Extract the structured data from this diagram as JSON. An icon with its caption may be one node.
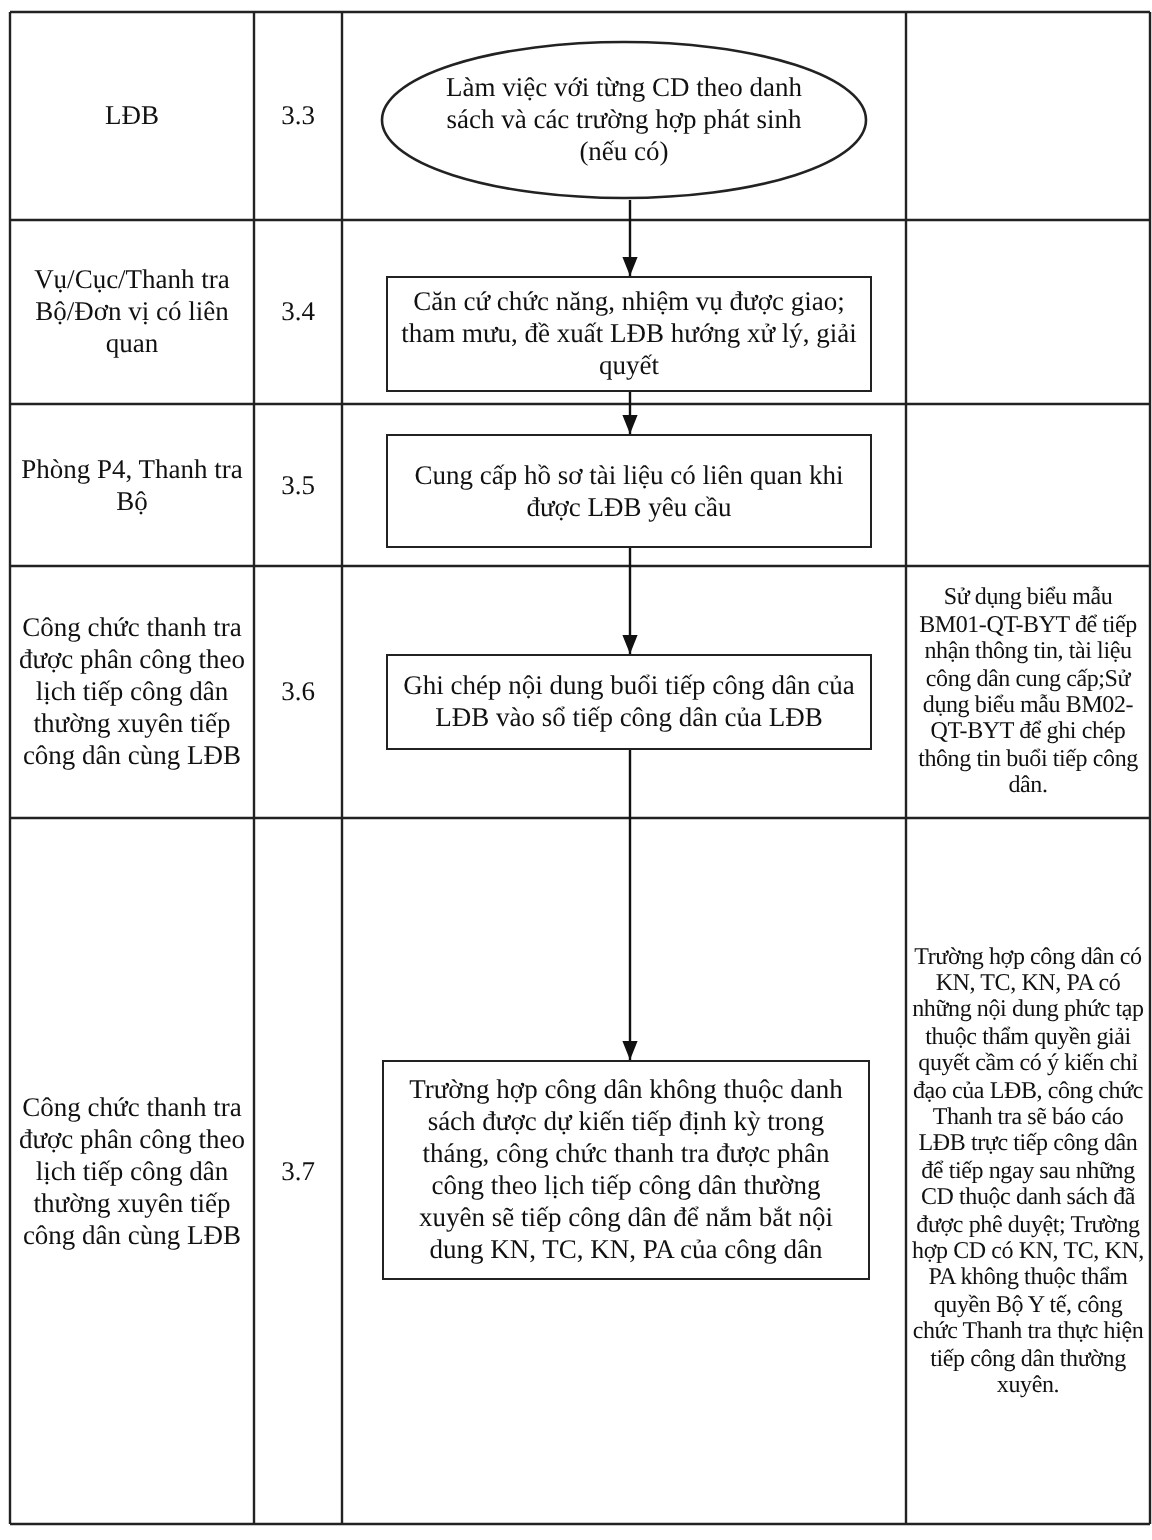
{
  "diagram": {
    "nodes": [
      {
        "text": [
          "Làm việc với từng CD theo danh sách và các trường hợp phát sinh (nếu có)"
        ]
      },
      {
        "text": [
          "Căn cứ chức năng, nhiệm vụ được giao; tham mưu, đề xuất LĐB hướng xử lý, giải quyết"
        ]
      },
      {
        "text": [
          "Cung cấp hồ sơ tài liệu có liên quan khi được LĐB yêu cầu"
        ]
      },
      {
        "text": [
          "Ghi chép nội dung buổi tiếp công dân của LĐB vào sổ tiếp công dân của LĐB"
        ]
      },
      {
        "text": [
          "Trường hợp công dân không thuộc danh sách được dự kiến tiếp định kỳ trong tháng, công chức thanh  tra được phân công theo lịch tiếp công dân thường xuyên sẽ tiếp công dân để nắm bắt nội dung KN, TC, KN, PA  của công dân"
        ]
      }
    ],
    "edges": [
      {
        "from": 0,
        "to": 1,
        "arrow": "to"
      },
      {
        "from": 1,
        "to": 2,
        "arrow": "to"
      },
      {
        "from": 2,
        "to": 3,
        "arrow": "to"
      },
      {
        "from": 3,
        "to": 4,
        "arrow": "to"
      }
    ],
    "labels": [
      "LĐB",
      "3.3",
      "Vụ/Cục/Thanh tra Bộ/Đơn vị có liên quan",
      "3.4",
      "Phòng P4, Thanh tra Bộ",
      "3.5",
      "Công chức thanh tra được phân công theo lịch tiếp công dân thường xuyên tiếp công dân cùng LĐB",
      "3.6",
      "Sử dụng biểu mẫu BM01-QT-BYT để tiếp nhận thông tin, tài liệu công dân cung cấp;Sử dụng biểu mẫu BM02-QT-BYT để ghi chép thông tin buổi tiếp công dân.",
      "Công chức thanh tra được phân công theo lịch tiếp công dân thường xuyên tiếp công dân cùng LĐB",
      "3.7",
      "Trường hợp công dân có KN, TC, KN, PA có những nội dung phức tạp thuộc thẩm quyền giải quyết cầm có ý kiến chỉ đạo của LĐB, công chức Thanh tra sẽ báo cáo LĐB trực tiếp công dân để tiếp ngay sau những CD thuộc danh sách đã được phê duyệt; Trường hợp CD có KN, TC, KN, PA không thuộc thẩm quyền Bộ Y tế, công chức Thanh tra thực hiện tiếp công dân thường xuyên."
    ]
  }
}
